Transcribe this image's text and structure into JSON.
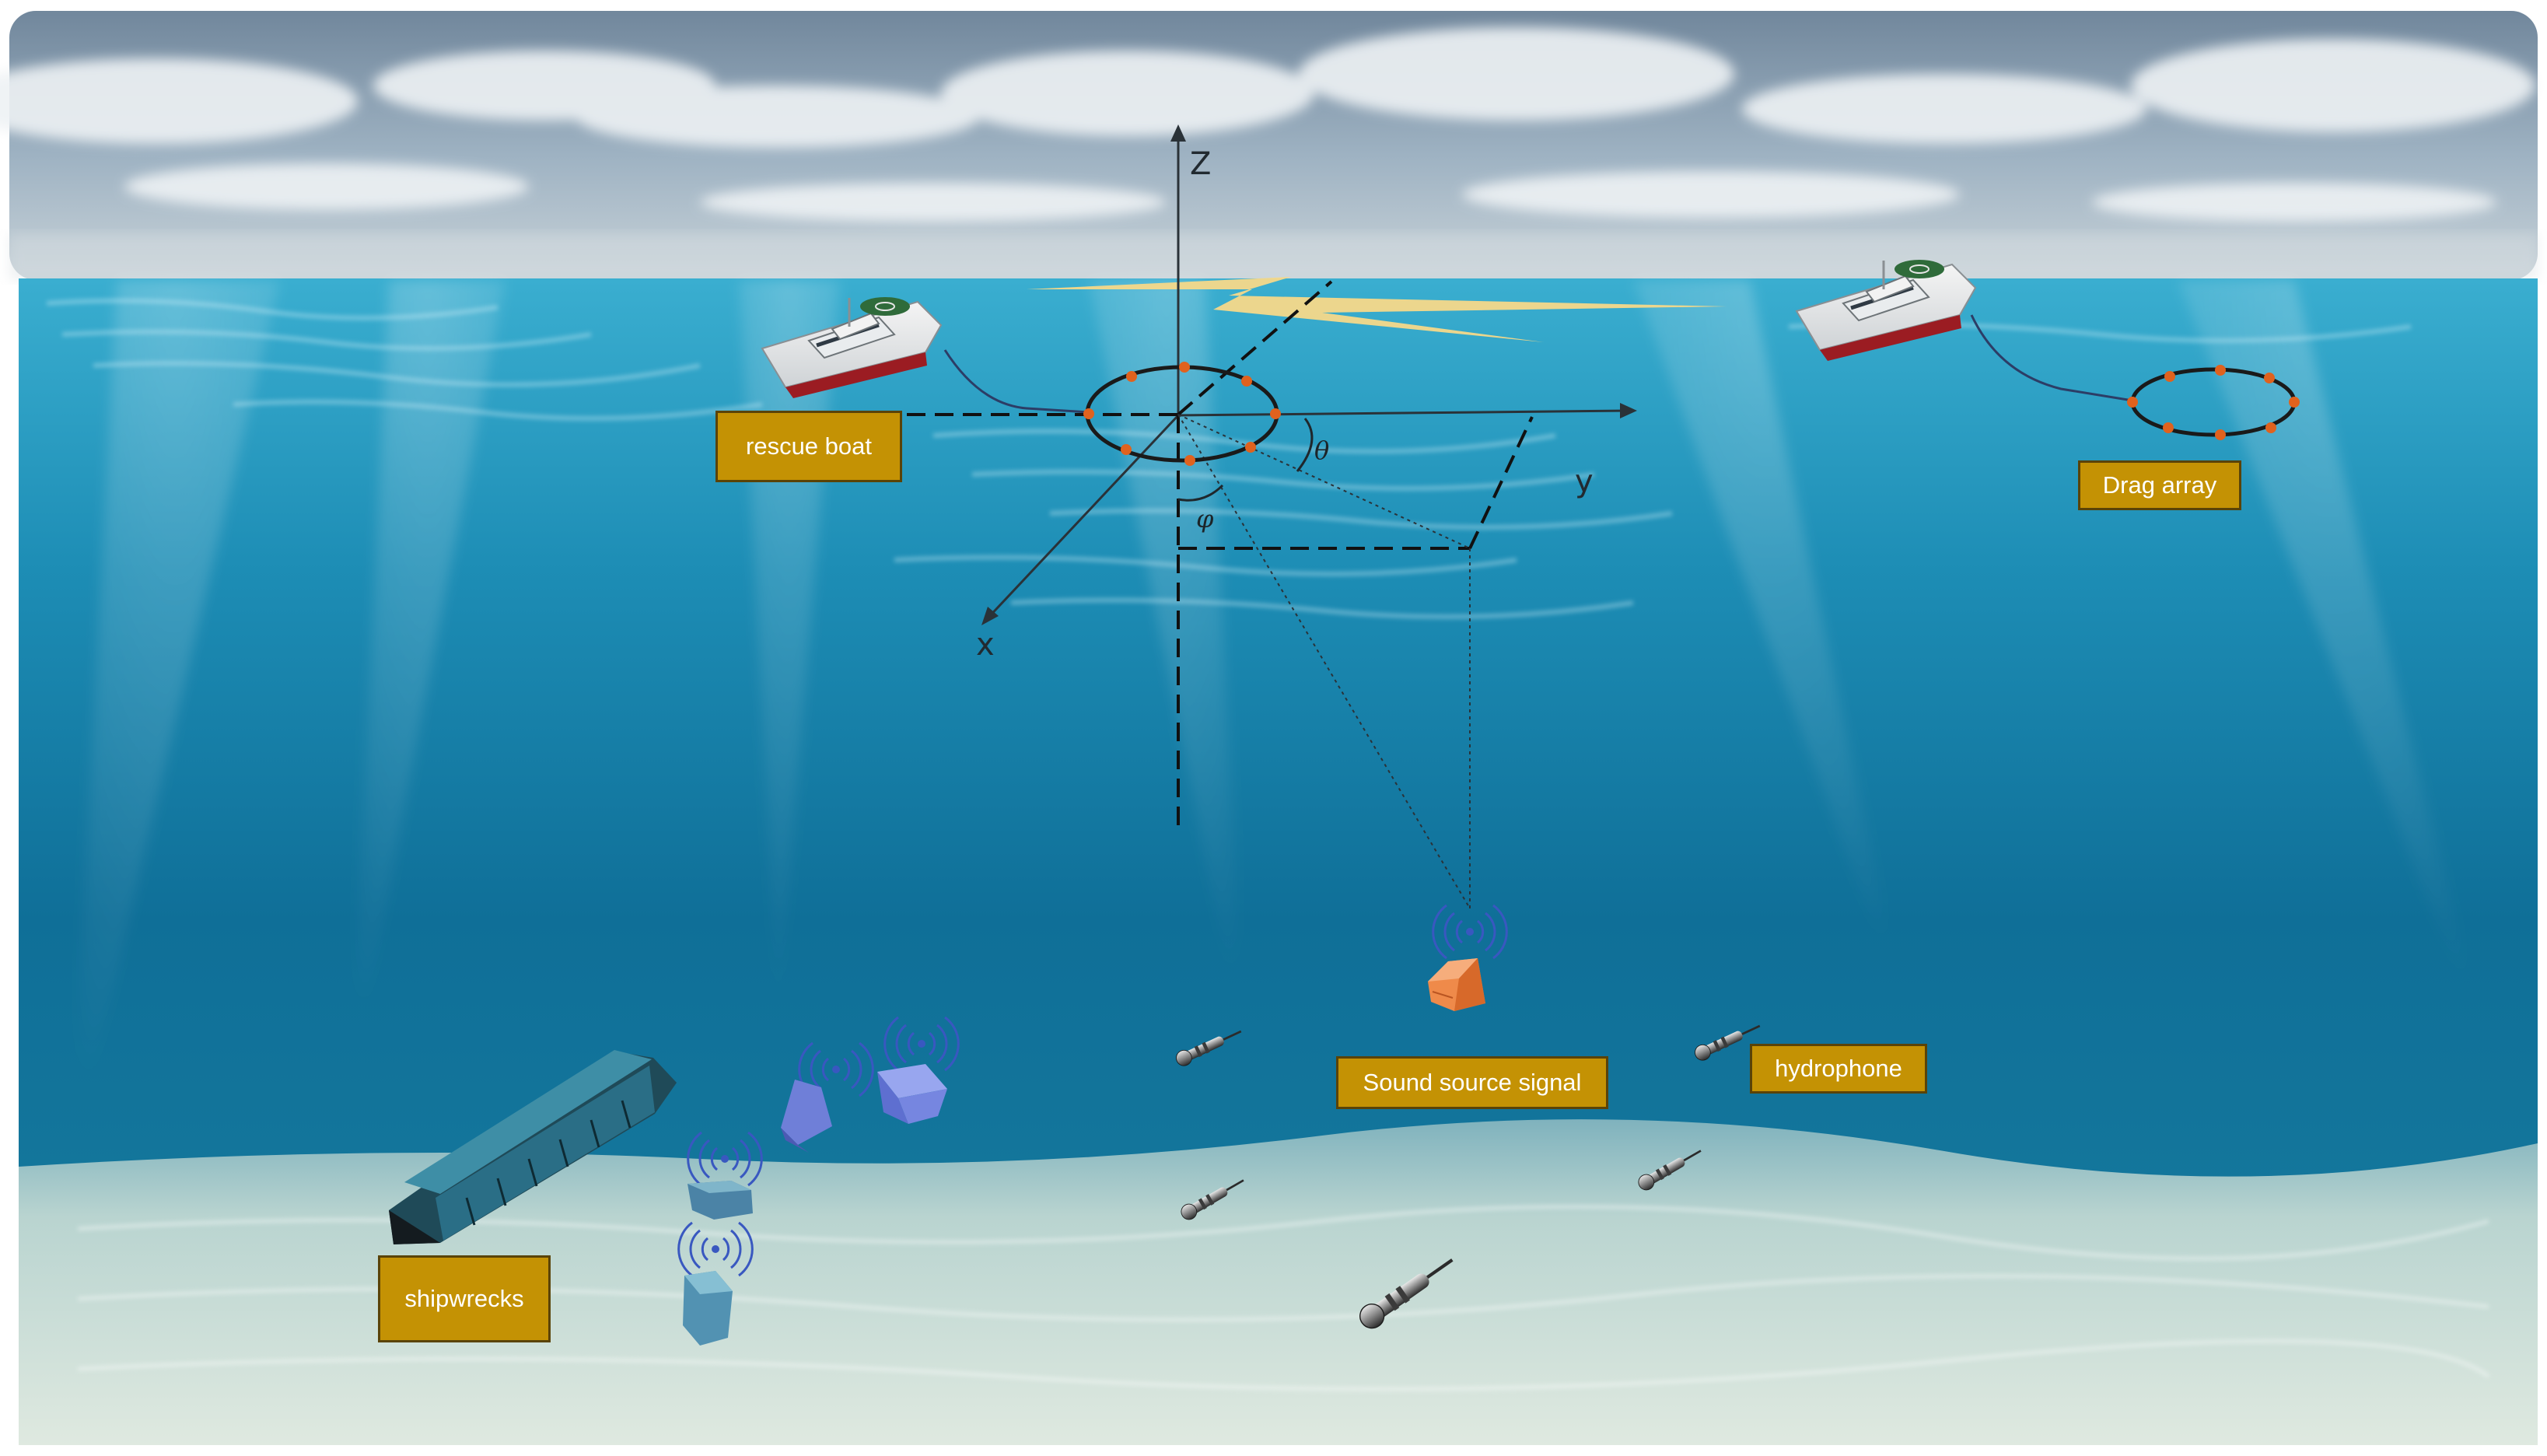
{
  "labels": {
    "rescue_boat": "rescue boat",
    "drag_array": "Drag array",
    "sound_source": "Sound source signal",
    "hydrophone": "hydrophone",
    "shipwrecks": "shipwrecks"
  },
  "axes": {
    "z": "Z",
    "y": "y",
    "x": "x",
    "theta": "θ",
    "phi": "φ"
  },
  "colors": {
    "label_fill": "#c49204",
    "sky": "#8aa2b6",
    "ocean_top": "#2a9bbf",
    "ocean_deep": "#0e5f85",
    "seabed": "#c8dcd3",
    "lightning": "#f7d98e",
    "array_node": "#e0621e",
    "sound_source_box": "#ef8a4a",
    "debris_box": "#6f7fd8"
  },
  "icons": [
    "ship-icon",
    "lightning-bolt-icon",
    "hydrophone-icon",
    "sound-wave-icon",
    "cargo-box-icon",
    "shipwreck-icon"
  ]
}
